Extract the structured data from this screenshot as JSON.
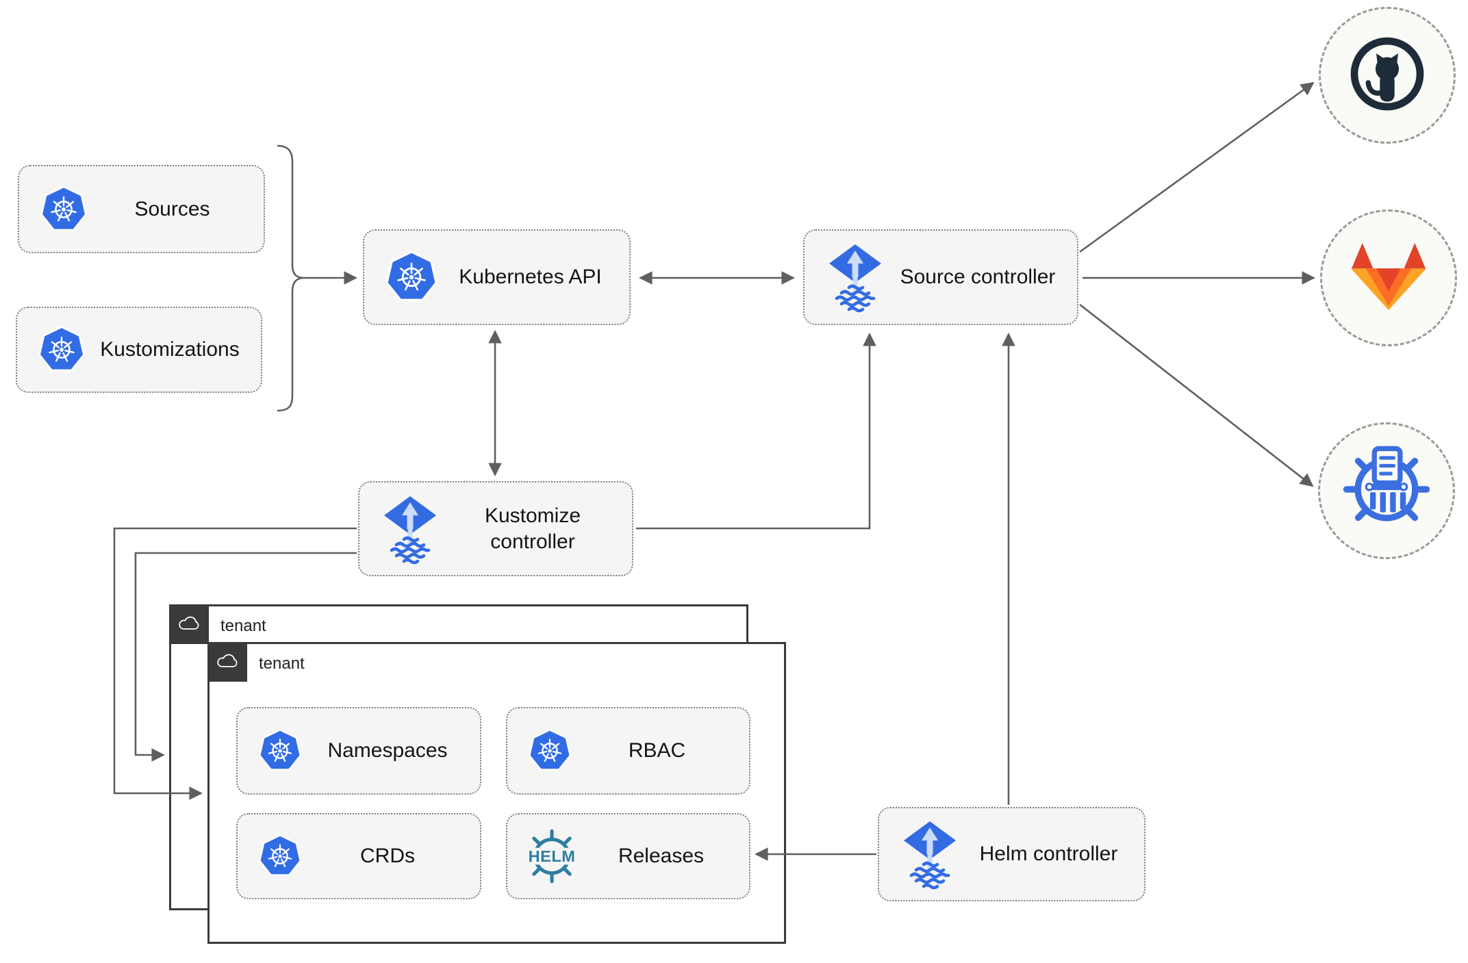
{
  "nodes": {
    "sources": {
      "label": "Sources"
    },
    "kustomizations": {
      "label": "Kustomizations"
    },
    "kubernetes_api": {
      "label": "Kubernetes API"
    },
    "source_controller": {
      "label": "Source controller"
    },
    "kustomize_controller": {
      "label": "Kustomize controller"
    },
    "helm_controller": {
      "label": "Helm controller"
    },
    "tenant_outer": {
      "label": "tenant"
    },
    "tenant_inner": {
      "label": "tenant"
    },
    "namespaces": {
      "label": "Namespaces"
    },
    "rbac": {
      "label": "RBAC"
    },
    "crds": {
      "label": "CRDs"
    },
    "releases": {
      "label": "Releases"
    }
  },
  "icons": {
    "kubernetes": "kubernetes-logo",
    "flux": "flux-logo",
    "helm": "helm-logo",
    "helm_wordmark": "HELM",
    "github": "github-logo",
    "gitlab": "gitlab-logo",
    "chartmuseum": "chartmuseum-logo",
    "cloud": "cloud-icon"
  },
  "colors": {
    "kubernetes_blue": "#326CE5",
    "flux_blue": "#336BE3",
    "flux_arrow_light": "#CBDCF7",
    "helm_teal": "#2E7EA0",
    "github_dark": "#1E2B38",
    "gitlab_orange_dark": "#E24329",
    "gitlab_orange_mid": "#FC6D26",
    "gitlab_orange_light": "#FCA326",
    "chartmuseum_blue": "#3B6FE0",
    "connector_gray": "#5f5f5f",
    "node_fill": "#F5F5F5",
    "tenant_border": "#3A3A3A"
  }
}
